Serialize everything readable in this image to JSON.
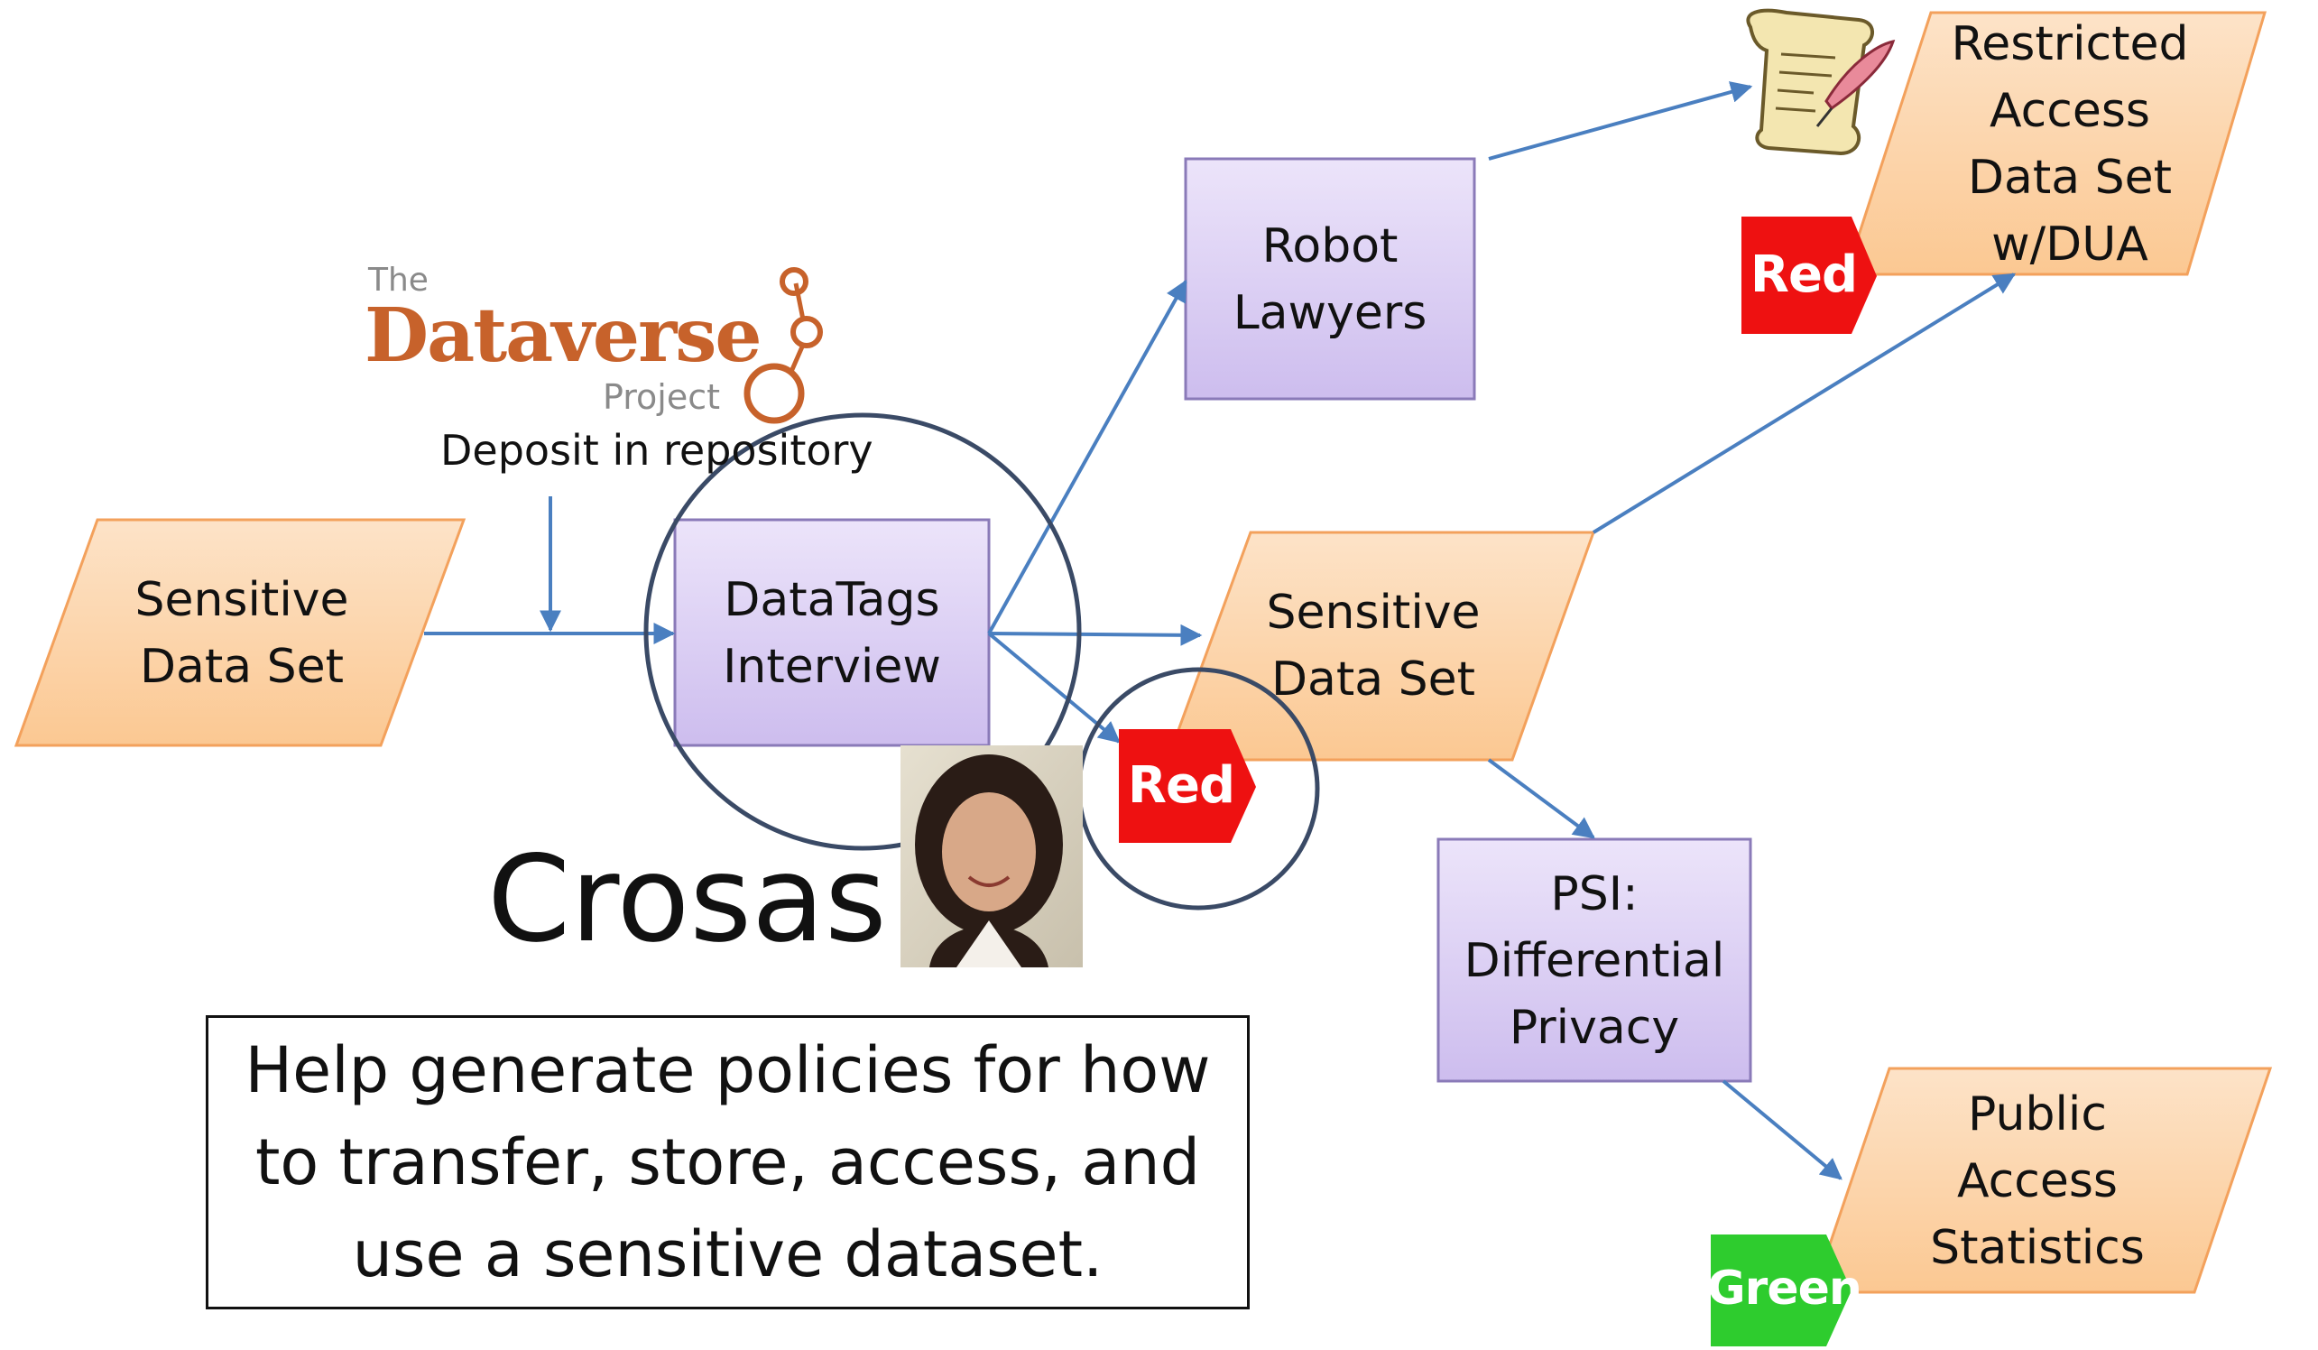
{
  "logo": {
    "the": "The",
    "name": "Dataverse",
    "project": "Project",
    "caption": "Deposit in repository"
  },
  "nodes": {
    "sensitive_input": {
      "line1": "Sensitive",
      "line2": "Data Set"
    },
    "datatags_interview": {
      "line1": "DataTags",
      "line2": "Interview"
    },
    "robot_lawyers": {
      "line1": "Robot",
      "line2": "Lawyers"
    },
    "restricted_access": {
      "line1": "Restricted",
      "line2": "Access",
      "line3": "Data Set",
      "line4": "w/DUA"
    },
    "sensitive_output": {
      "line1": "Sensitive",
      "line2": "Data Set"
    },
    "psi": {
      "line1": "PSI:",
      "line2": "Differential",
      "line3": "Privacy"
    },
    "public_access": {
      "line1": "Public",
      "line2": "Access",
      "line3": "Statistics"
    }
  },
  "tags": {
    "restricted_tag": "Red",
    "sensitive_tag": "Red",
    "public_tag": "Green"
  },
  "person": {
    "name": "Crosas",
    "photo_icon": "portrait-photo"
  },
  "document_icon": "scroll-quill-icon",
  "note": {
    "line1": "Help generate policies for how",
    "line2": "to transfer, store, access, and",
    "line3": "use a sensitive dataset."
  },
  "colors": {
    "data_fill": "#fbd0a8",
    "data_stroke": "#f3a15c",
    "process_fill": "#ddd0f2",
    "process_stroke": "#8a7ab8",
    "arrow": "#4a7fc0",
    "circle": "#3a4a66",
    "red_tag": "#ee1111",
    "green_tag": "#2ecc2e",
    "logo_orange": "#c7622b"
  }
}
